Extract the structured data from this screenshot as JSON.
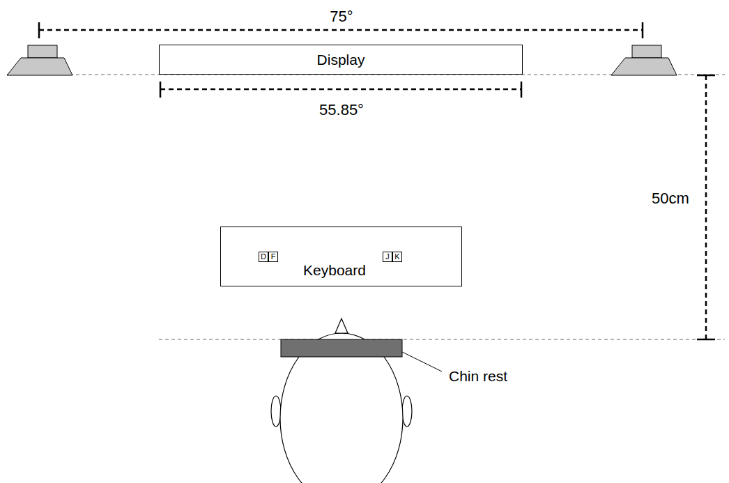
{
  "diagram": {
    "nodes": [
      {
        "text": [
          "Display"
        ]
      },
      {
        "text": [
          "Keyboard"
        ]
      },
      {
        "text": [
          "D"
        ],
        "in": 1
      },
      {
        "text": [
          "F"
        ],
        "in": 1
      },
      {
        "text": [
          "J"
        ],
        "in": 1
      },
      {
        "text": [
          "K"
        ],
        "in": 1
      }
    ],
    "labels": [
      "75°",
      "55.85°",
      "50cm",
      "Chin rest"
    ]
  }
}
